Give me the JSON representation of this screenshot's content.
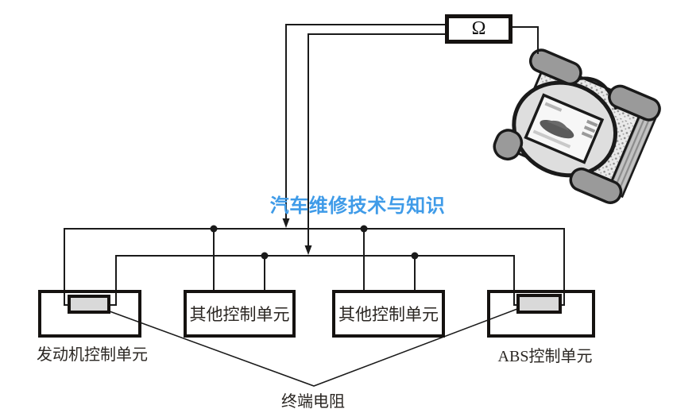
{
  "meter": {
    "symbol": "Ω"
  },
  "watermark": {
    "text": "汽车维修技术与知识",
    "color": "#3F9BE8"
  },
  "nodes": {
    "engine": {
      "label": "发动机控制单元"
    },
    "other1": {
      "label": "其他控制单元"
    },
    "other2": {
      "label": "其他控制单元"
    },
    "abs": {
      "label": "ABS控制单元"
    },
    "terminator": {
      "label": "终端电阻"
    }
  },
  "colors": {
    "wire": "#1a1a1a",
    "box_border": "#151210",
    "resistor_fill": "#d9d9d9",
    "watermark_blue": "#3F9BE8"
  }
}
